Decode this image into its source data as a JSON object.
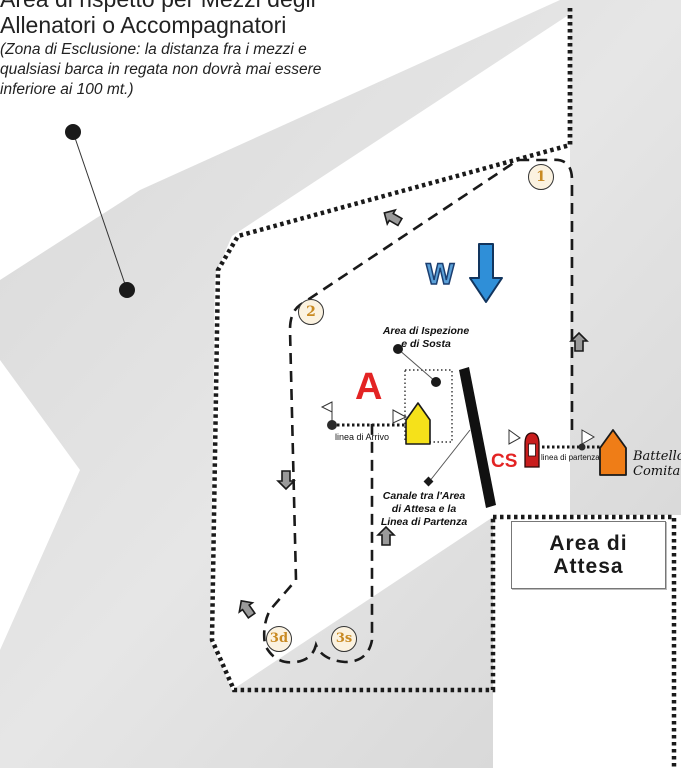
{
  "header": {
    "title_line1": "Area di rispetto per Mezzi degli",
    "title_line2": "Allenatori o Accompagnatori",
    "note": "(Zona di Esclusione: la distanza fra i mezzi e qualsiasi barca in regata non dovrà mai essere inferiore ai 100 mt.)"
  },
  "marks": {
    "mark1": "1",
    "mark2": "2",
    "mark3d": "3d",
    "mark3s": "3s"
  },
  "wind": {
    "letter": "W"
  },
  "finish": {
    "letter": "A",
    "label": "linea di Arrivo"
  },
  "inspection": {
    "label": "Area di Ispezione e di Sosta"
  },
  "channel": {
    "label": "Canale tra l'Area di Attesa e la Linea di Partenza"
  },
  "start": {
    "cs_label": "CS",
    "label": "linea di partenza"
  },
  "committee": {
    "label_line1": "Battello",
    "label_line2": "Comitato"
  },
  "waiting_area": {
    "line1": "Area di",
    "line2": "Attesa"
  },
  "colors": {
    "red": "#e32424",
    "yellow": "#f5e11a",
    "orange": "#ef7d17",
    "wind_blue": "#2f8fd8",
    "mark_number": "#c98a22",
    "grey_zone": "#e3e3e3"
  }
}
